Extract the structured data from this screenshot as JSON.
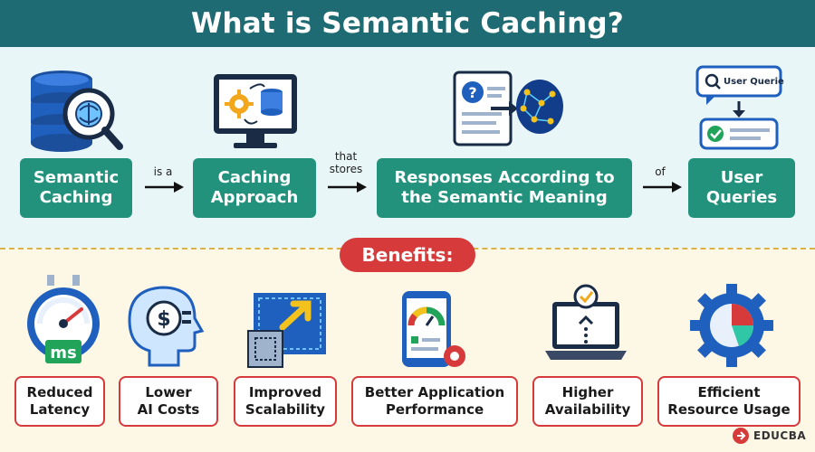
{
  "title": "What is Semantic Caching?",
  "flow": {
    "boxes": [
      {
        "line1": "Semantic",
        "line2": "Caching"
      },
      {
        "line1": "Caching",
        "line2": "Approach"
      },
      {
        "line1": "Responses According to",
        "line2": "the Semantic Meaning"
      },
      {
        "line1": "User",
        "line2": "Queries"
      }
    ],
    "connectors": [
      {
        "line1": "is a",
        "line2": ""
      },
      {
        "line1": "that",
        "line2": "stores"
      },
      {
        "line1": "of",
        "line2": ""
      }
    ],
    "user_queries_icon_label": "User Queries"
  },
  "benefits": {
    "heading": "Benefits:",
    "items": [
      {
        "line1": "Reduced",
        "line2": "Latency"
      },
      {
        "line1": "Lower",
        "line2": "AI Costs"
      },
      {
        "line1": "Improved",
        "line2": "Scalability"
      },
      {
        "line1": "Better Application",
        "line2": "Performance"
      },
      {
        "line1": "Higher",
        "line2": "Availability"
      },
      {
        "line1": "Efficient",
        "line2": "Resource Usage"
      }
    ],
    "stopwatch_unit": "ms"
  },
  "brand": {
    "logo_text": "EDUCBA"
  },
  "colors": {
    "title_bg": "#1f6b73",
    "box_green": "#22927d",
    "accent_red": "#d63a3a",
    "top_bg": "#e8f6f7",
    "bottom_bg": "#fdf7e6"
  },
  "icons": [
    "database-brain-icon",
    "monitor-gear-database-icon",
    "question-document-brain-icon",
    "user-queries-chat-icon",
    "stopwatch-icon",
    "head-dollar-icon",
    "scale-up-icon",
    "phone-gauge-icon",
    "laptop-check-icon",
    "gear-pie-icon",
    "educba-logo-icon"
  ]
}
